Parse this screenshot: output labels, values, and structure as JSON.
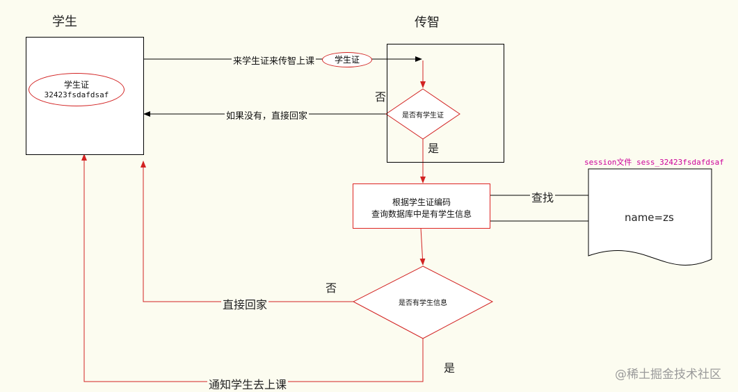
{
  "titles": {
    "student": "学生",
    "school": "传智"
  },
  "student_card": {
    "label": "学生证",
    "code": "32423fsdafdsaf"
  },
  "arrows": {
    "bring_card": "来学生证来传智上课",
    "card_tag": "学生证",
    "no_card_go_home": "如果没有，直接回家",
    "lookup": "查找",
    "go_home": "直接回家",
    "notify": "通知学生去上课"
  },
  "decisions": {
    "has_card": "是否有学生证",
    "has_info": "是否有学生信息",
    "no": "否",
    "yes": "是"
  },
  "process": {
    "line1": "根据学生证编码",
    "line2": "查询数据库中是有学生信息"
  },
  "session": {
    "title": "session文件 sess_32423fsdafdsaf",
    "content": "name=zs"
  },
  "watermark": "@稀土掘金技术社区",
  "colors": {
    "flow_red": "#d22222",
    "session_title": "#cc0099"
  }
}
